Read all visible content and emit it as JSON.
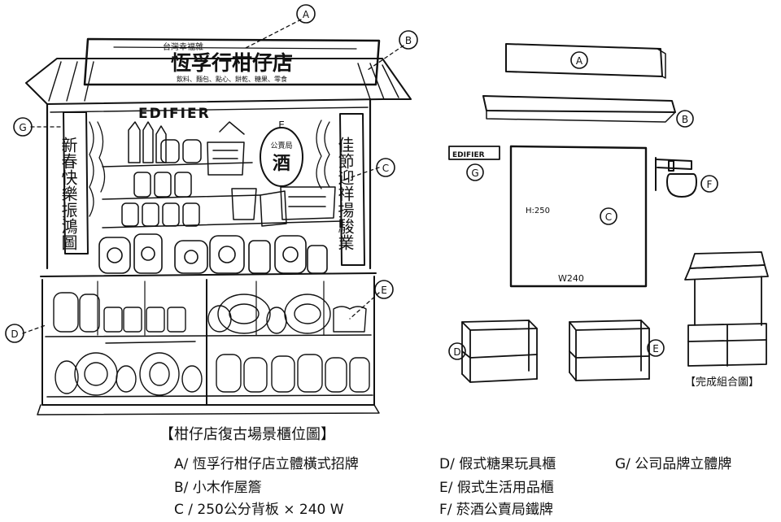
{
  "sign": {
    "small_tag": "台灣幸福雜",
    "title": "恆孚行柑仔店",
    "subtitle": "飲料、麵包、點心、餅乾、糖果、零食"
  },
  "brand": "EDIFIER",
  "banner_left": "新春快樂振鴻圖",
  "banner_right": "佳節迎祥揚駿業",
  "wine_sign": {
    "top": "公賣局",
    "main": "酒"
  },
  "callouts": {
    "A": "A",
    "B": "B",
    "C": "C",
    "D": "D",
    "E": "E",
    "F": "F",
    "G": "G"
  },
  "backboard": {
    "height": "H:250",
    "width": "W240"
  },
  "brand_small": "EDIFIER",
  "complete_label": "【完成組合圖】",
  "legend": {
    "title": "【柑仔店復古場景櫃位圖】",
    "items": [
      "A/ 恆孚行柑仔店立體橫式招牌",
      "B/ 小木作屋簷",
      "C / 250公分背板 × 240 W",
      "D/ 假式糖果玩具櫃",
      "E/ 假式生活用品櫃",
      "F/ 菸酒公賣局鐵牌",
      "G/ 公司品牌立體牌"
    ]
  }
}
